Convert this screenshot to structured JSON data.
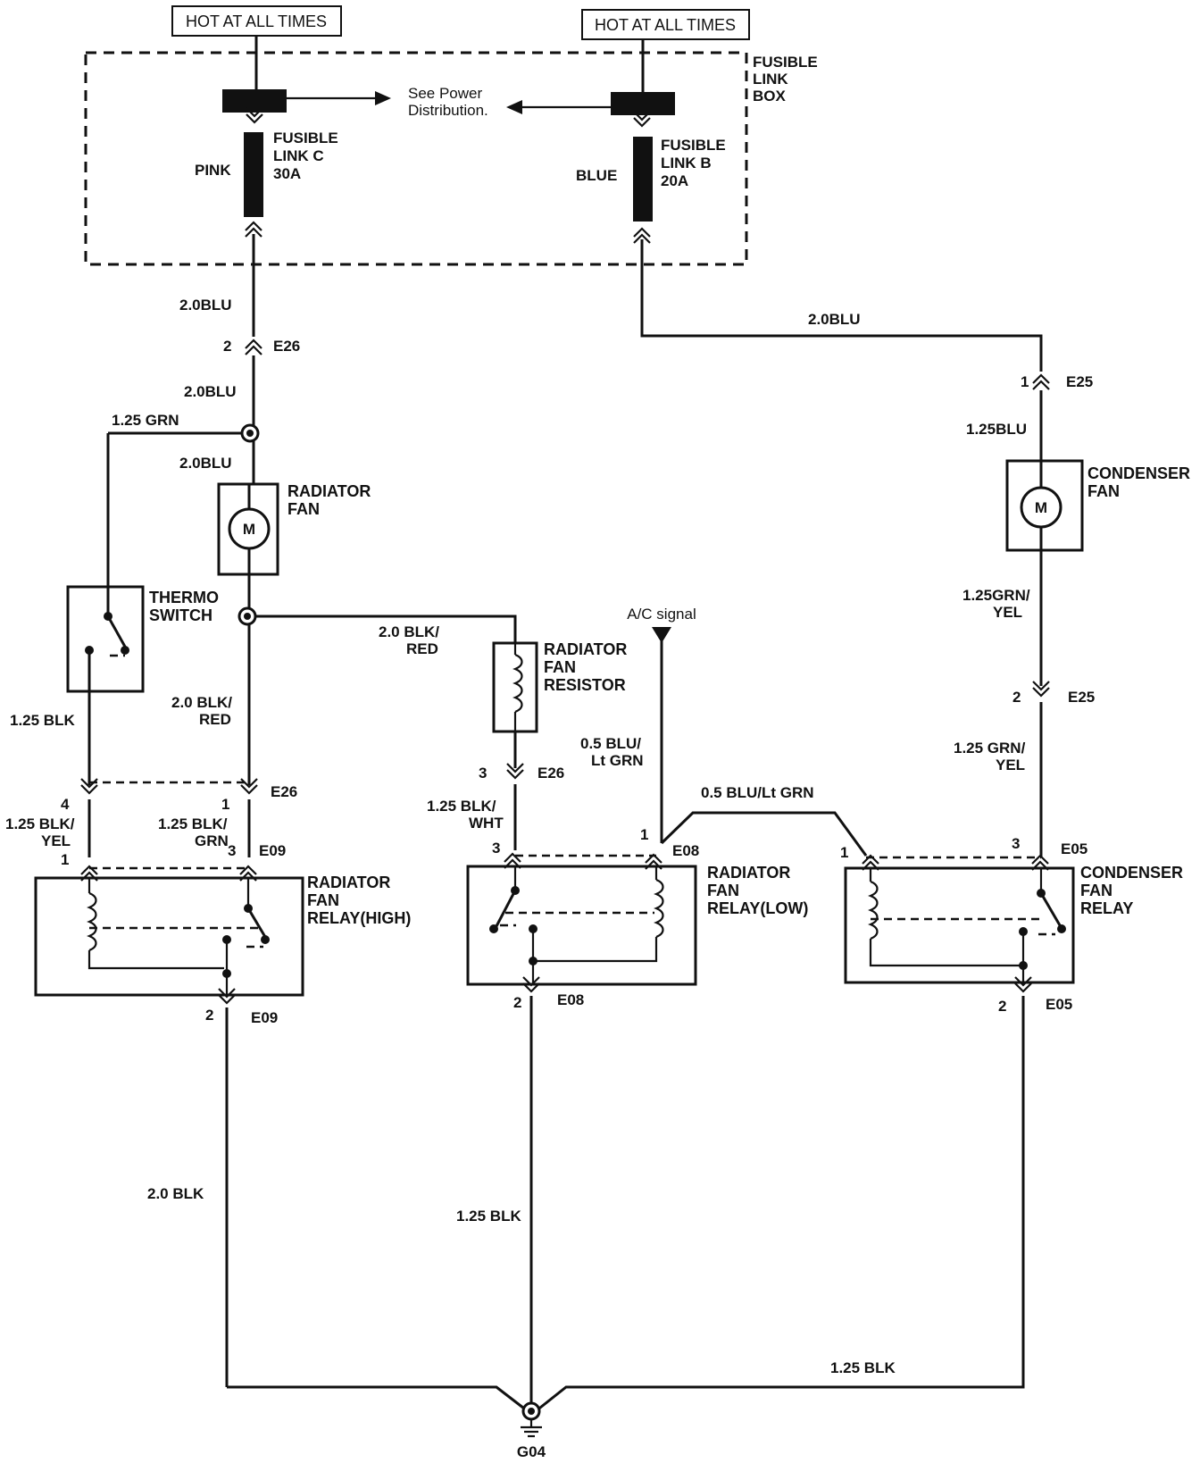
{
  "header": {
    "hot_left": "HOT AT ALL TIMES",
    "hot_right": "HOT AT ALL TIMES"
  },
  "fusible_box": {
    "title_1": "FUSIBLE",
    "title_2": "LINK",
    "title_3": "BOX",
    "see_power_1": "See Power",
    "see_power_2": "Distribution.",
    "link_c_1": "FUSIBLE",
    "link_c_2": "LINK C",
    "link_c_3": "30A",
    "link_c_color": "PINK",
    "link_b_1": "FUSIBLE",
    "link_b_2": "LINK B",
    "link_b_3": "20A",
    "link_b_color": "BLUE"
  },
  "components": {
    "radiator_fan_1": "RADIATOR",
    "radiator_fan_2": "FAN",
    "motor_left": "M",
    "motor_right": "M",
    "thermo_1": "THERMO",
    "thermo_2": "SWITCH",
    "resistor_1": "RADIATOR",
    "resistor_2": "FAN",
    "resistor_3": "RESISTOR",
    "condenser_fan_1": "CONDENSER",
    "condenser_fan_2": "FAN",
    "relay_high_1": "RADIATOR",
    "relay_high_2": "FAN",
    "relay_high_3": "RELAY(HIGH)",
    "relay_low_1": "RADIATOR",
    "relay_low_2": "FAN",
    "relay_low_3": "RELAY(LOW)",
    "relay_cond_1": "CONDENSER",
    "relay_cond_2": "FAN",
    "relay_cond_3": "RELAY",
    "ac_signal": "A/C signal",
    "ground": "G04"
  },
  "wires": {
    "w1": "2.0BLU",
    "w2": "2.0BLU",
    "w3": "2.0BLU",
    "w4": "1.25 GRN",
    "w5": "2.0BLU",
    "w6": "1.25BLU",
    "w7a": "2.0 BLK/",
    "w7b": "RED",
    "w8a": "2.0 BLK/",
    "w8b": "RED",
    "w9": "1.25 BLK",
    "w10a": "1.25GRN/",
    "w10b": "YEL",
    "w11a": "1.25 GRN/",
    "w11b": "YEL",
    "w12a": "0.5 BLU/",
    "w12b": "Lt GRN",
    "w13": "0.5 BLU/Lt GRN",
    "w14a": "1.25 BLK/",
    "w14b": "WHT",
    "w15a": "1.25 BLK/",
    "w15b": "YEL",
    "w16a": "1.25 BLK/",
    "w16b": "GRN",
    "w17": "2.0 BLK",
    "w18": "1.25 BLK",
    "w19": "1.25 BLK"
  },
  "connectors": {
    "e26_top": "E26",
    "e26_top_pin": "2",
    "e25_top": "E25",
    "e25_top_pin": "1",
    "e25_mid": "E25",
    "e25_mid_pin": "2",
    "e26_mid": "E26",
    "e26_mid_pin_4": "4",
    "e26_mid_pin_1": "1",
    "e26_res": "E26",
    "e26_res_pin": "3",
    "e09_top": "E09",
    "e09_pin_1": "1",
    "e09_pin_3": "3",
    "e08_top": "E08",
    "e08_pin_3": "3",
    "e08_pin_1": "1",
    "e05_top": "E05",
    "e05_pin_1": "1",
    "e05_pin_3": "3",
    "e09_bot": "E09",
    "e09_bot_pin": "2",
    "e08_bot": "E08",
    "e08_bot_pin": "2",
    "e05_bot": "E05",
    "e05_bot_pin": "2"
  }
}
